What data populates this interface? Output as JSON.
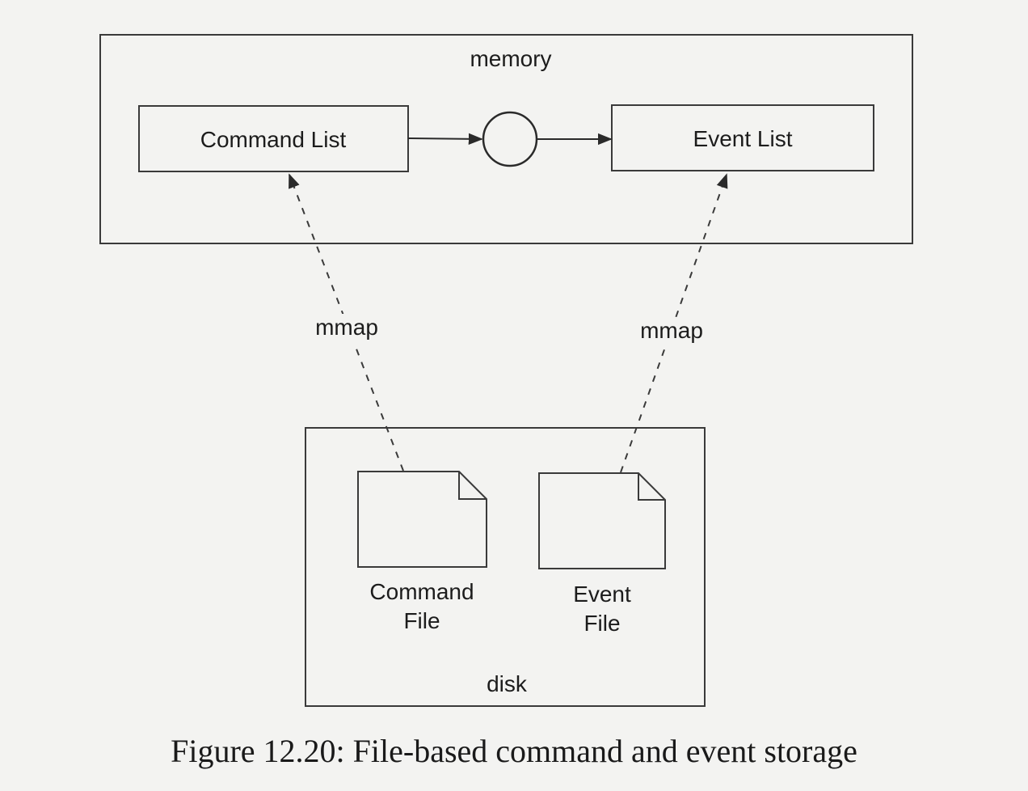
{
  "diagram": {
    "memory_label": "memory",
    "command_list_label": "Command List",
    "event_list_label": "Event List",
    "mmap_left_label": "mmap",
    "mmap_right_label": "mmap",
    "disk_label": "disk",
    "command_file_label": [
      "Command",
      "File"
    ],
    "event_file_label": [
      "Event",
      "File"
    ]
  },
  "caption": "Figure 12.20: File-based command and event storage",
  "colors": {
    "stroke": "#3a3a3a",
    "background": "#f3f3f1"
  }
}
